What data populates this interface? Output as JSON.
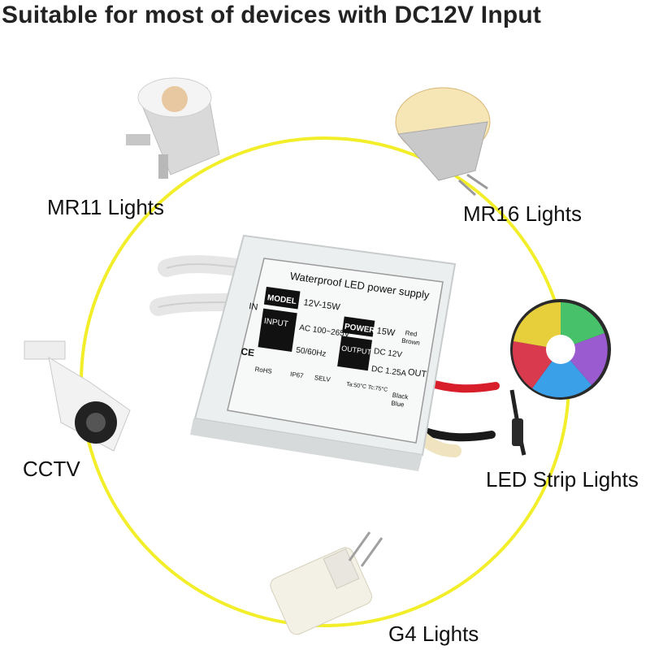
{
  "title": "Suitable for most of devices with DC12V Input",
  "colors": {
    "ring": "#f2ee2a",
    "psu_body": "#ecefef",
    "label_dark": "#111111"
  },
  "devices": {
    "mr11": "MR11 Lights",
    "mr16": "MR16 Lights",
    "cctv": "CCTV",
    "led_strip": "LED Strip Lights",
    "g4": "G4 Lights"
  },
  "power_supply": {
    "heading": "Waterproof LED power supply",
    "model_key": "MODEL",
    "model_val": "12V-15W",
    "power_key": "POWER",
    "power_val": "15W",
    "input_key": "INPUT",
    "input_val": "AC 100~265V",
    "freq_val": "50/60Hz",
    "output_key": "OUTPUT",
    "output_v": "DC 12V",
    "output_a": "DC 1.25A",
    "in_label": "IN",
    "out_label": "OUT",
    "red_label": "Red",
    "brown_label": "Brown",
    "black_label": "Black",
    "blue_label": "Blue",
    "ip_rating": "IP67",
    "selv": "SELV",
    "ce_mark": "CE",
    "rohs": "RoHS",
    "temp": "Ta:50°C Tc:75°C"
  }
}
